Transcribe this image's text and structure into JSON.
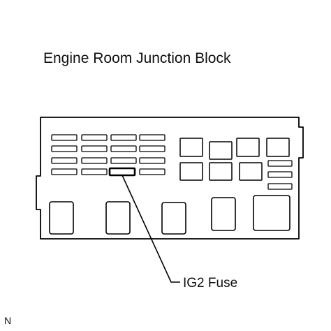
{
  "diagram": {
    "title": "Engine Room Junction Block",
    "callout_label": "IG2 Fuse",
    "corner_mark": "N"
  }
}
